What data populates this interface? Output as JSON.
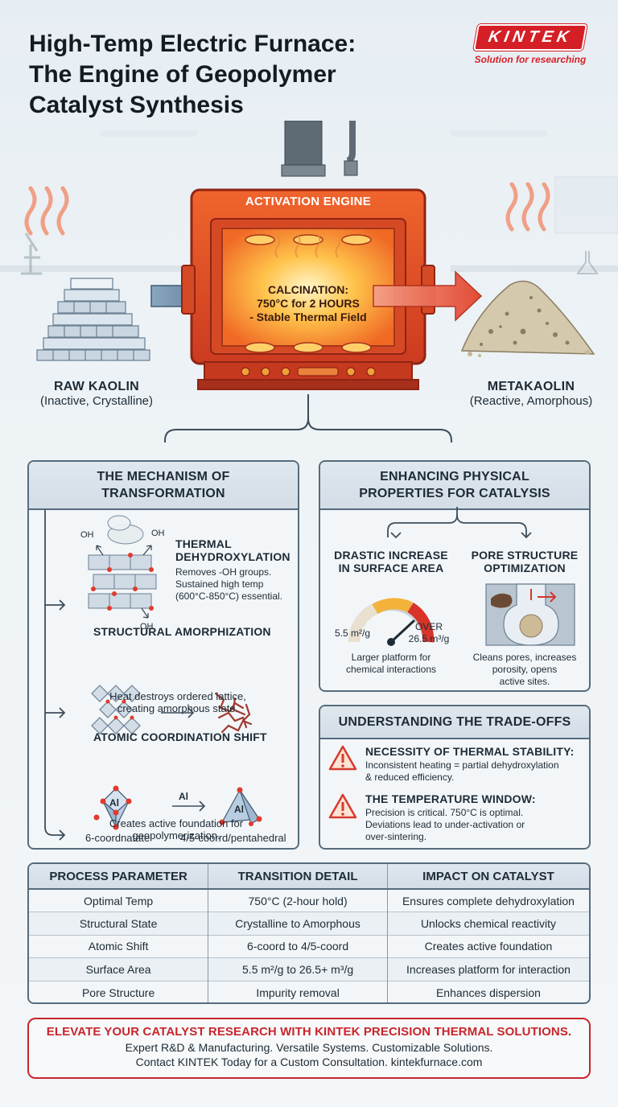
{
  "header": {
    "title_lines": [
      "High-Temp Electric Furnace:",
      "The Engine of Geopolymer",
      "Catalyst Synthesis"
    ],
    "brand_logo": "KINTEK",
    "brand_tagline": "Solution for researching"
  },
  "hero": {
    "furnace_label": "ACTIVATION ENGINE",
    "calcination_lines": [
      "CALCINATION:",
      "750°C for 2 HOURS",
      "- Stable Thermal Field"
    ],
    "raw_name": "RAW KAOLIN",
    "raw_desc": "(Inactive, Crystalline)",
    "product_name": "METAKAOLIN",
    "product_desc": "(Reactive, Amorphous)"
  },
  "mechanism": {
    "title_lines": [
      "THE MECHANISM OF",
      "TRANSFORMATION"
    ],
    "dehydroxylation": {
      "title_lines": [
        "THERMAL",
        "DEHYDROXYLATION"
      ],
      "desc_lines": [
        "Removes -OH groups.",
        "Sustained high temp",
        "(600°C-850°C) essential."
      ],
      "oh_label": "OH"
    },
    "amorphization": {
      "title": "STRUCTURAL AMORPHIZATION",
      "desc_lines": [
        "Heat destroys ordered lattice,",
        "creating amorphous state."
      ]
    },
    "coordination": {
      "title": "ATOMIC COORDINATION SHIFT",
      "al_label": "Al",
      "left_label": "6-coordnatate",
      "right_label": "4/5-coorrd/pentahedral",
      "desc_lines": [
        "Creates active foundation for",
        "geopolymerization."
      ]
    }
  },
  "physical": {
    "title_lines": [
      "ENHANCING PHYSICAL",
      "PROPERTIES FOR CATALYSIS"
    ],
    "surface": {
      "title_lines": [
        "DRASTIC INCREASE",
        "IN SURFACE AREA"
      ],
      "low_value": "5.5 m²/g",
      "high_value_lines": [
        "OVER",
        "26.5 m³/g"
      ],
      "desc_lines": [
        "Larger platform for",
        "chemical interactions"
      ]
    },
    "pore": {
      "title_lines": [
        "PORE STRUCTURE",
        "OPTIMIZATION"
      ],
      "desc_lines": [
        "Cleans pores, increases",
        "porosity, opens",
        "active sites."
      ]
    }
  },
  "tradeoffs": {
    "title": "UNDERSTANDING THE TRADE-OFFS",
    "items": [
      {
        "title": "NECESSITY OF THERMAL STABILITY:",
        "desc_lines": [
          "Inconsistent heating = partial dehydroxylation",
          "& reduced efficiency."
        ]
      },
      {
        "title": "THE TEMPERATURE WINDOW:",
        "desc_lines": [
          "Precision is critical. 750°C is optimal.",
          "Deviations lead to under-activation or",
          "over-sintering."
        ]
      }
    ]
  },
  "table": {
    "headers": [
      "PROCESS PARAMETER",
      "TRANSITION DETAIL",
      "IMPACT ON CATALYST"
    ],
    "rows": [
      [
        "Optimal Temp",
        "750°C (2-hour hold)",
        "Ensures complete dehydroxylation"
      ],
      [
        "Structural State",
        "Crystalline to Amorphous",
        "Unlocks chemical reactivity"
      ],
      [
        "Atomic Shift",
        "6-coord to 4/5-coord",
        "Creates active foundation"
      ],
      [
        "Surface Area",
        "5.5 m²/g to 26.5+ m³/g",
        "Increases platform for interaction"
      ],
      [
        "Pore Structure",
        "Impurity removal",
        "Enhances dispersion"
      ]
    ]
  },
  "cta": {
    "headline": "ELEVATE YOUR CATALYST RESEARCH WITH KINTEK PRECISION THERMAL SOLUTIONS.",
    "line1": "Expert R&D & Manufacturing. Versatile Systems. Customizable Solutions.",
    "line2": "Contact KINTEK Today for a Custom Consultation. kintekfurnace.com"
  },
  "colors": {
    "brand_red": "#d51f26",
    "panel_border": "#566b7c",
    "furnace_orange": "#f2662a",
    "warning_red": "#d63a2f"
  }
}
